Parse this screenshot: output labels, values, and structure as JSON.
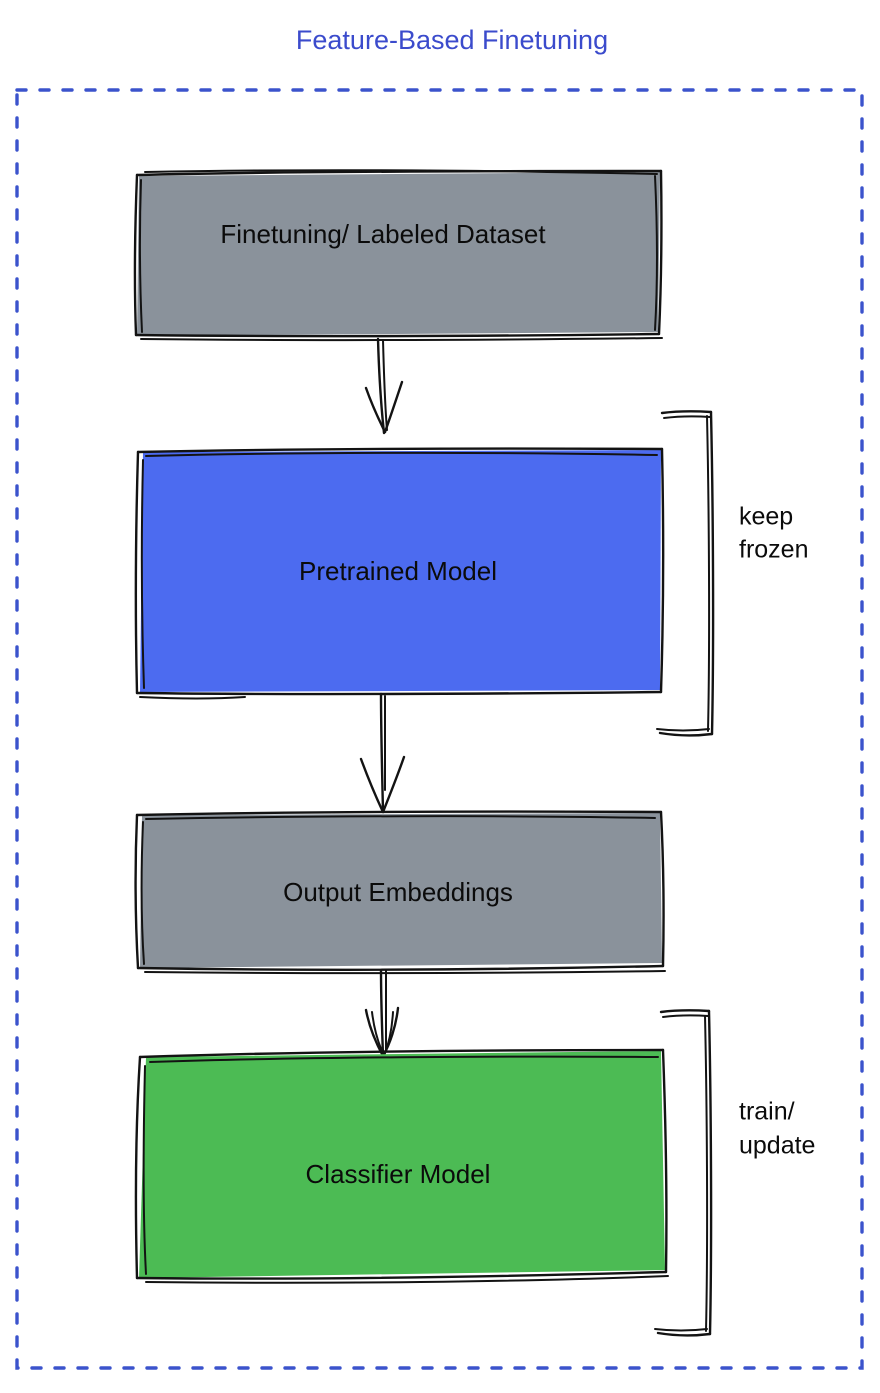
{
  "title": {
    "text": "Feature-Based Finetuning",
    "color": "#3b4bcc"
  },
  "frame": {
    "name": "dashed-container",
    "border_color": "#3b53cc",
    "border_style": "dashed"
  },
  "nodes": [
    {
      "id": "dataset",
      "label": "Finetuning/ Labeled Dataset",
      "fill": "#8a929b",
      "stroke": "#131313"
    },
    {
      "id": "pretrained",
      "label": "Pretrained Model",
      "fill": "#4c6bf0",
      "stroke": "#131313"
    },
    {
      "id": "embeddings",
      "label": "Output Embeddings",
      "fill": "#8a929b",
      "stroke": "#131313"
    },
    {
      "id": "classifier",
      "label": "Classifier Model",
      "fill": "#4cbb54",
      "stroke": "#131313"
    }
  ],
  "arrows": [
    {
      "id": "dataset-to-pretrained",
      "from": "dataset",
      "to": "pretrained"
    },
    {
      "id": "pretrained-to-embeddings",
      "from": "pretrained",
      "to": "embeddings"
    },
    {
      "id": "embeddings-to-classifier",
      "from": "embeddings",
      "to": "classifier"
    }
  ],
  "annotations": [
    {
      "id": "keep-frozen",
      "lines": [
        "keep",
        "frozen"
      ],
      "targets": [
        "pretrained"
      ]
    },
    {
      "id": "train-update",
      "lines": [
        "train/",
        "update"
      ],
      "targets": [
        "classifier"
      ]
    }
  ]
}
